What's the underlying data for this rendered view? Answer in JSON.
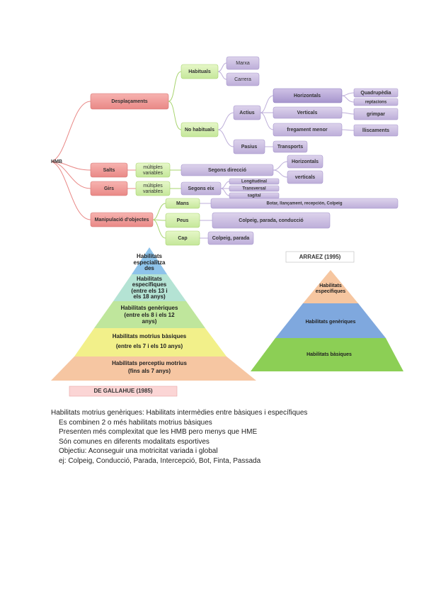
{
  "tree": {
    "root": "HMB",
    "desplacaments": "Desplaçaments",
    "habituals": "Habituals",
    "marxa": "Marxa",
    "carrera": "Carrera",
    "no_habituals": "No habituals",
    "actius": "Actius",
    "horizontals_top": "Horizontals",
    "quadrupedia": "Quadrupèdia",
    "reptacions": "reptacions",
    "verticals_top": "Verticals",
    "grimpar": "grimpar",
    "fregament": "fregament menor",
    "lliscaments": "lliscaments",
    "pasius": "Pasius",
    "transports": "Transports",
    "salts": "Salts",
    "salts_mult": [
      "múltiples",
      "variables"
    ],
    "segons_direccio": "Segons direcció",
    "horizontals_salt": "Horizontals",
    "verticals_salt": "verticals",
    "girs": "Girs",
    "girs_mult": [
      "múltiples",
      "variables"
    ],
    "segons_eix": "Segons eix",
    "longitudinal": "Longitudinal",
    "transversal": "Transversal",
    "sagital": "sagital",
    "manipulacio": "Manipulació d'objectes",
    "mans": "Mans",
    "mans_desc": "Botar, llançament, recepción, Colpeig",
    "peus": "Peus",
    "peus_desc": "Colpeig, parada, conducció",
    "cap": "Cap",
    "cap_desc": "Colpeig, parada"
  },
  "gallahue": {
    "caption": "DE GALLAHUE (1985)",
    "levels": [
      {
        "lines": [
          "Habilitats",
          "especialitza",
          "des"
        ],
        "color": "#8ec3ea"
      },
      {
        "lines": [
          "Habilitats",
          "específiques",
          "(entre els 13 i",
          "els 18 anys)"
        ],
        "color": "#b4e3d4"
      },
      {
        "lines": [
          "Habilitats genèriques",
          "(entre els 8 i els 12",
          "anys)"
        ],
        "color": "#bfe69c"
      },
      {
        "lines": [
          "Habilitats motrius bàsiques",
          "(entre els 7 i els 10 anys)"
        ],
        "color": "#f2f08a"
      },
      {
        "lines": [
          "Habilitats perceptiu motrius",
          "(fins als 7 anys)"
        ],
        "color": "#f6c6a2"
      }
    ]
  },
  "arraez": {
    "caption": "ARRAEZ (1995)",
    "levels": [
      {
        "lines": [
          "Habilitats",
          "específiques"
        ],
        "color": "#f6c6a0"
      },
      {
        "lines": [
          "Habilitats genèriques"
        ],
        "color": "#7fa8de"
      },
      {
        "lines": [
          "Habilitats bàsiques"
        ],
        "color": "#8ccf55"
      }
    ]
  },
  "notes": {
    "heading": "Habilitats motrius genèriques: Habilitats intermèdies entre bàsiques i específiques",
    "items": [
      "Es combinen 2 o més habilitats motrius bàsiques",
      "Presenten més complexitat que les HMB pero menys que HME",
      "Són comunes en diferents modalitats esportives",
      "Objectiu: Aconseguir una motricitat variada i global",
      "ej: Colpeig, Conducció, Parada, Intercepció, Bot, Finta, Passada"
    ]
  }
}
